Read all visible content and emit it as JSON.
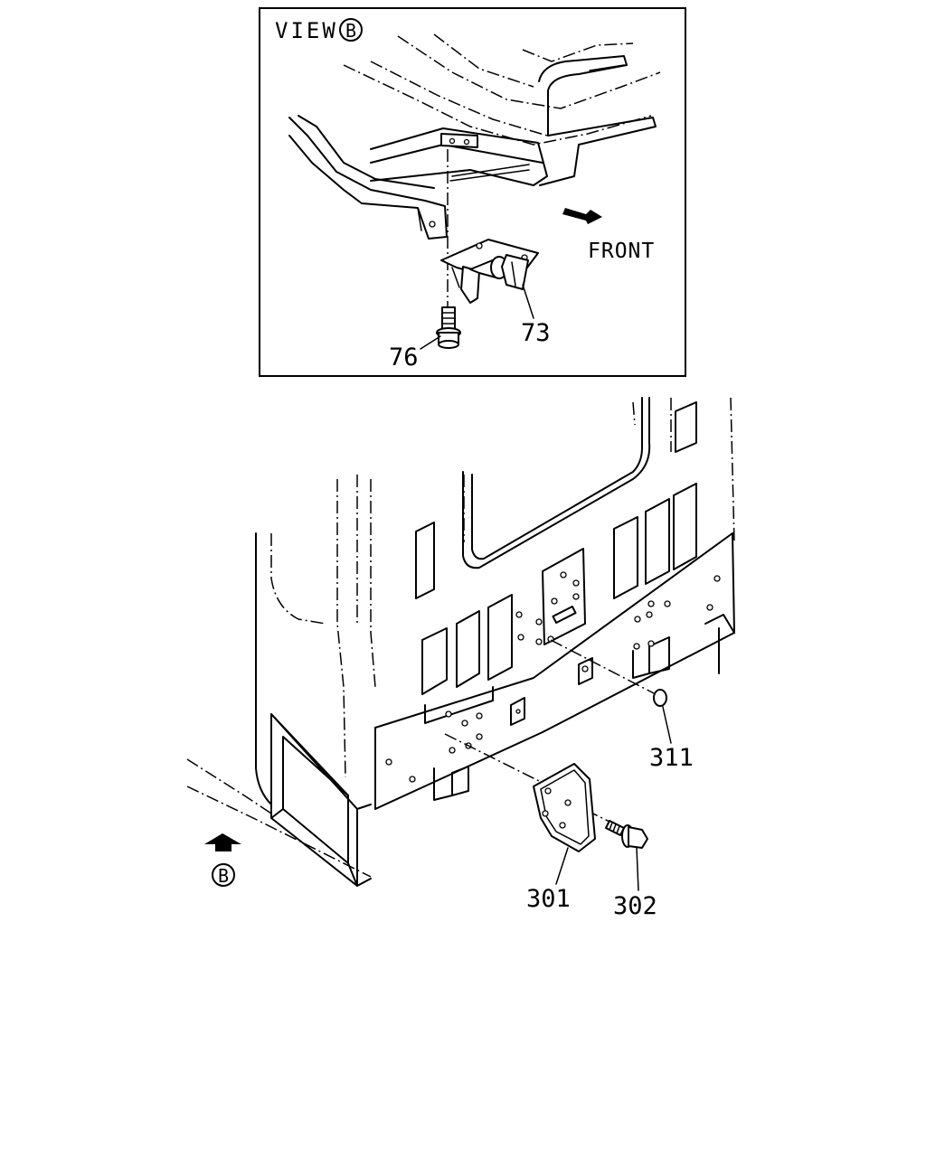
{
  "inset": {
    "view_text": "VIEW",
    "view_letter": "B",
    "front_label": "FRONT",
    "callouts": {
      "c73": "73",
      "c76": "76"
    }
  },
  "main": {
    "view_marker_letter": "B",
    "callouts": {
      "c311": "311",
      "c301": "301",
      "c302": "302"
    }
  },
  "icons": {
    "front_arrow": "bold-arrow-right-icon",
    "view_arrow": "bold-arrow-up-icon"
  }
}
